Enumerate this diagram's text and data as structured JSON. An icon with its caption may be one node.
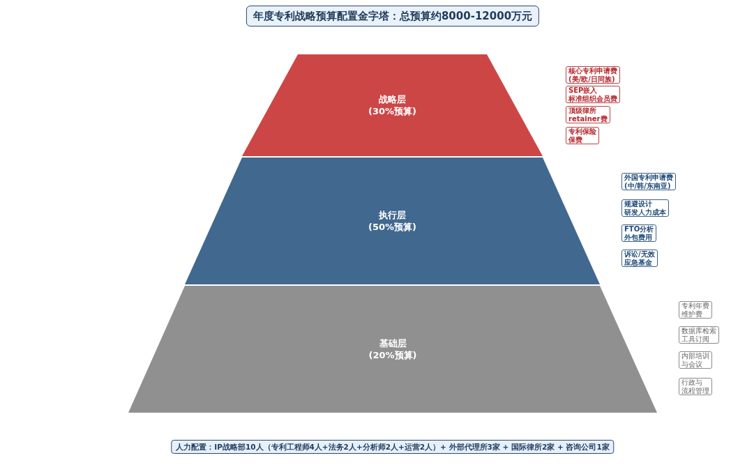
{
  "diagram": {
    "title": "年度专利战略预算配置金字塔：总预算约8000-12000万元",
    "caption": "人力配置：IP战略部10人（专利工程师4人+法务2人+分析师2人+运营2人）+ 外部代理所3家 + 国际律所2家 + 咨询公司1家",
    "nodes": [
      {
        "text": [
          "战略层",
          "(30%预算)"
        ]
      },
      {
        "text": [
          "核心专利申请费(美/欧/日同族)"
        ]
      },
      {
        "text": [
          "SEP嵌入标准组织会员费"
        ]
      },
      {
        "text": [
          "顶级律所retainer费"
        ]
      },
      {
        "text": [
          "专利保险保费"
        ]
      },
      {
        "text": [
          "执行层",
          "(50%预算)"
        ]
      },
      {
        "text": [
          "外国专利申请费(中/韩/东南亚)"
        ]
      },
      {
        "text": [
          "规避设计研发人力成本"
        ]
      },
      {
        "text": [
          "FTO分析外包费用"
        ]
      },
      {
        "text": [
          "诉讼/无效应急基金"
        ]
      },
      {
        "text": [
          "基础层",
          "(20%预算)"
        ]
      },
      {
        "text": [
          "专利年费维护费"
        ]
      },
      {
        "text": [
          "数据库检索工具订阅"
        ]
      },
      {
        "text": [
          "内部培训与会议"
        ]
      },
      {
        "text": [
          "行政与流程管理"
        ]
      }
    ]
  }
}
